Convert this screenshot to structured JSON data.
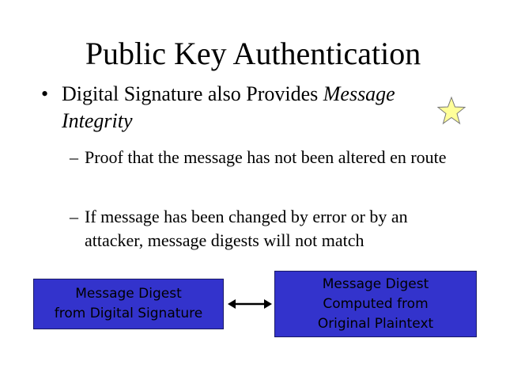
{
  "title": "Public Key Authentication",
  "bullet": {
    "text": "Digital Signature also Provides ",
    "emphasis": "Message Integrity"
  },
  "sub_bullets": [
    "Proof that the message has not been altered en route",
    "If message has been changed by error or by an attacker, message digests will not match"
  ],
  "boxes": {
    "left": [
      "Message Digest",
      "from Digital Signature"
    ],
    "right": [
      "Message Digest",
      "Computed from",
      "Original Plaintext"
    ]
  },
  "colors": {
    "box": "#3333cc",
    "star": "#ffff99"
  }
}
